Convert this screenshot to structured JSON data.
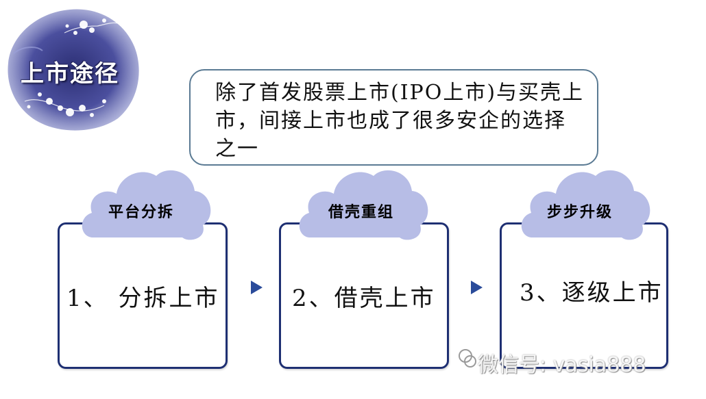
{
  "emblem": {
    "title": "上市途径"
  },
  "callout": {
    "text": "除了首发股票上市(IPO上市)与买壳上市，间接上市也成了很多安企的选择之一"
  },
  "steps": [
    {
      "cloud_label": "平台分拆",
      "text": "1、 分拆上市"
    },
    {
      "cloud_label": "借壳重组",
      "text": "2、借壳上市"
    },
    {
      "cloud_label": "步步升级",
      "text": "3、逐级上市"
    }
  ],
  "watermark": {
    "text": "微信号: vasia888"
  },
  "colors": {
    "border": "#1e2f72",
    "cloud": "#b7bde6",
    "arrow": "#2a4b9a",
    "emblem": "#3c3f86"
  }
}
